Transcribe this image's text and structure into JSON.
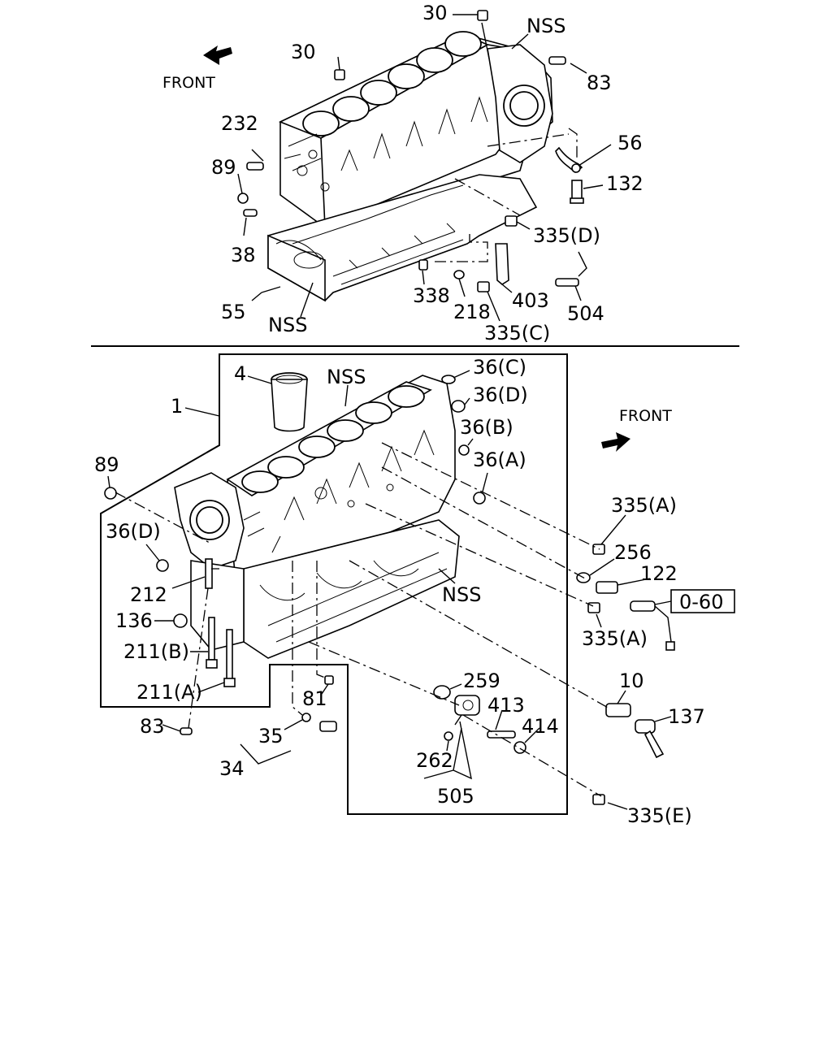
{
  "upper": {
    "front_label": "FRONT",
    "labels": {
      "p30a": "30",
      "p30b": "30",
      "nss_top": "NSS",
      "p83": "83",
      "p56": "56",
      "p132": "132",
      "p232": "232",
      "p89": "89",
      "p38": "38",
      "p335d": "335(D)",
      "p338": "338",
      "p403": "403",
      "p218": "218",
      "p55": "55",
      "nss_bottom": "NSS",
      "p504": "504",
      "p335c": "335(C)"
    }
  },
  "lower": {
    "front_label": "FRONT",
    "labels": {
      "p4": "4",
      "nss_top": "NSS",
      "p36c": "36(C)",
      "p36d_r": "36(D)",
      "p36b": "36(B)",
      "p36a": "36(A)",
      "p1": "1",
      "p89": "89",
      "p36d_l": "36(D)",
      "p335a_1": "335(A)",
      "p256": "256",
      "p122": "122",
      "p0_60": "0-60",
      "p212": "212",
      "p136": "136",
      "nss_mid": "NSS",
      "p335a_2": "335(A)",
      "p211b": "211(B)",
      "p259": "259",
      "p10": "10",
      "p211a": "211(A)",
      "p81": "81",
      "p413": "413",
      "p137": "137",
      "p83": "83",
      "p35": "35",
      "p414": "414",
      "p34": "34",
      "p262": "262",
      "p505": "505",
      "p335e": "335(E)"
    }
  }
}
